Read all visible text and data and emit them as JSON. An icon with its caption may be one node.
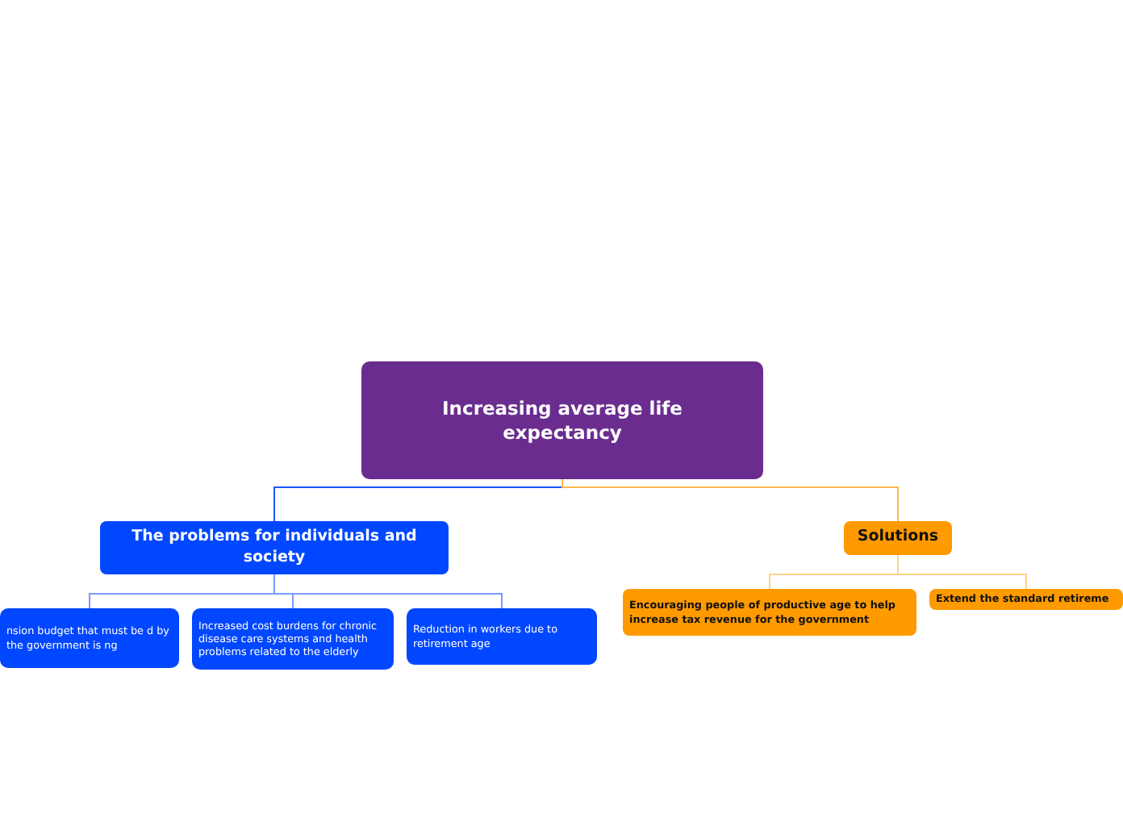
{
  "diagram": {
    "nodes": [
      {
        "text": [
          "Increasing average life expectancy"
        ]
      },
      {
        "text": [
          "The problems for individuals and society"
        ]
      },
      {
        "text": [
          "Solutions"
        ]
      },
      {
        "text": [
          "nsion budget that must be d by the government is ng"
        ]
      },
      {
        "text": [
          "Increased cost burdens for chronic disease care systems and health problems related to the elderly"
        ]
      },
      {
        "text": [
          "Reduction in workers due to retirement age"
        ]
      },
      {
        "text": [
          "Encouraging people of productive age to help increase tax revenue for the government"
        ]
      },
      {
        "text": [
          "Extend the standard retireme"
        ]
      }
    ],
    "edges": [
      {
        "from": 0,
        "to": 1,
        "arrow": "none",
        "color": "#1a56ff"
      },
      {
        "from": 0,
        "to": 2,
        "arrow": "none",
        "color": "#ffb84d"
      },
      {
        "from": 1,
        "to": 3,
        "arrow": "none",
        "color": "#7a9cff"
      },
      {
        "from": 1,
        "to": 4,
        "arrow": "none",
        "color": "#7a9cff"
      },
      {
        "from": 1,
        "to": 5,
        "arrow": "none",
        "color": "#7a9cff"
      },
      {
        "from": 2,
        "to": 6,
        "arrow": "none",
        "color": "#ffd28a"
      },
      {
        "from": 2,
        "to": 7,
        "arrow": "none",
        "color": "#ffd28a"
      }
    ]
  }
}
